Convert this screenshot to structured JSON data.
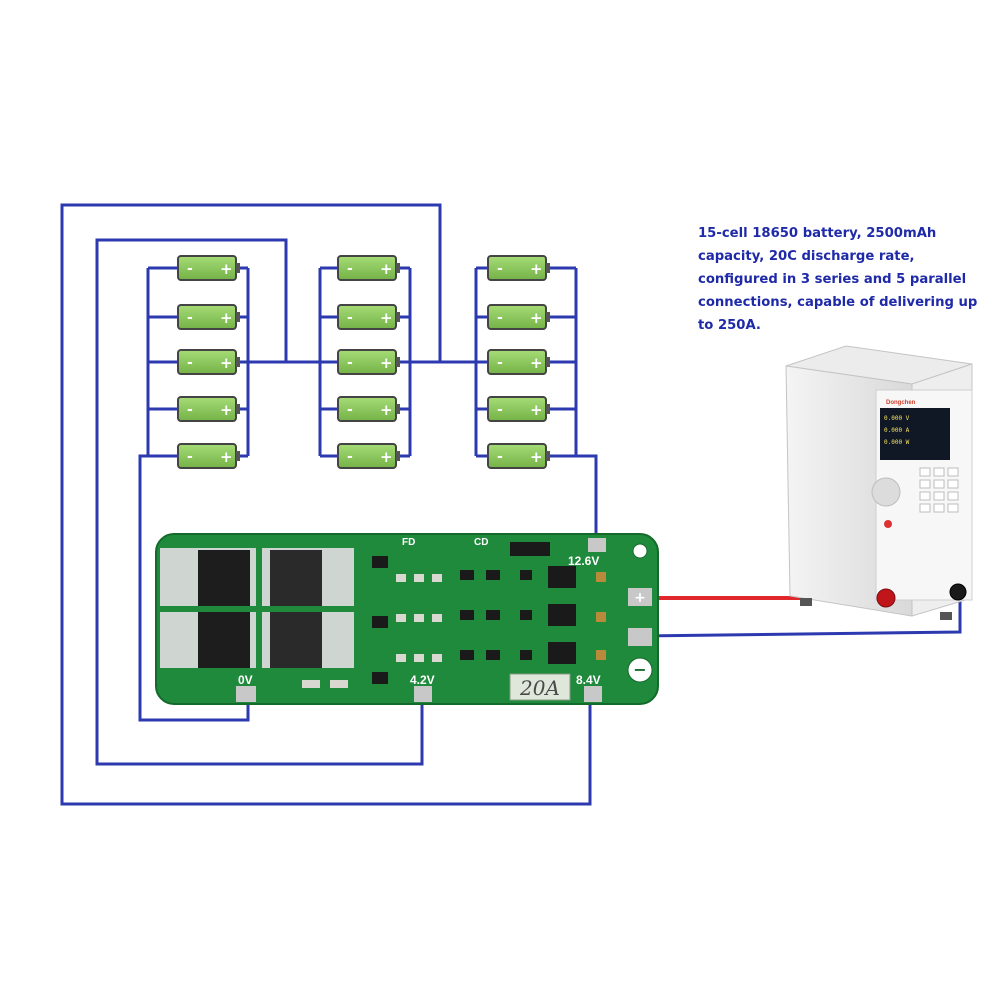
{
  "description": "15-cell 18650 battery, 2500mAh capacity, 20C discharge rate, configured in 3 series and 5 parallel connections, capable of delivering up to 250A.",
  "battery": {
    "minus_symbol": "-",
    "plus_symbol": "+",
    "groups": [
      {
        "cells": [
          1,
          2,
          3,
          4,
          5
        ]
      },
      {
        "cells": [
          1,
          2,
          3,
          4,
          5
        ]
      },
      {
        "cells": [
          1,
          2,
          3,
          4,
          5
        ]
      }
    ]
  },
  "bms": {
    "label_fd": "FD",
    "label_cd": "CD",
    "label_12v6": "12.6V",
    "label_0v": "0V",
    "label_4v2": "4.2V",
    "label_8v4": "8.4V",
    "label_current": "20A",
    "plus_pad_symbol": "+",
    "minus_pad_symbol": "−"
  },
  "load": {
    "brand": "Dongchen",
    "readout_volt": "0.000 V",
    "readout_amp": "0.000 A",
    "readout_watt": "0.000 W"
  },
  "colors": {
    "wire_blue": "#2d3aaf",
    "wire_red": "#e0282c",
    "pcb_green": "#1f8a3c",
    "cell_green": "#8fcd5e",
    "text_blue": "#1f2aa8"
  }
}
